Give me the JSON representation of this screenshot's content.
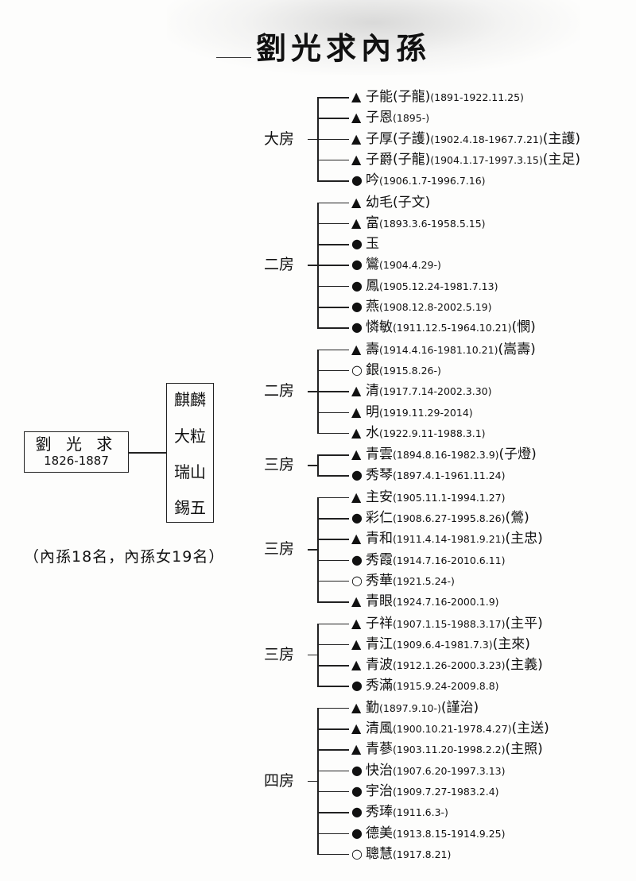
{
  "title": "劉光求內孫",
  "ancestor": {
    "name": "劉 光 求",
    "years": "1826-1887"
  },
  "sons": [
    "麒麟",
    "大粒",
    "瑞山",
    "錫五"
  ],
  "summary": "（內孫18名，內孫女19名）",
  "symbols": {
    "triangle": "▲",
    "dot": "●",
    "circle": "○"
  },
  "branches": [
    {
      "label": "大房",
      "members": [
        {
          "sym": "▲",
          "name": "子能",
          "alias_before": "(子龍)",
          "dates": "(1891-1922.11.25)",
          "alias_after": ""
        },
        {
          "sym": "▲",
          "name": "子恩",
          "alias_before": "",
          "dates": "(1895-)",
          "alias_after": ""
        },
        {
          "sym": "▲",
          "name": "子厚",
          "alias_before": "(子護)",
          "dates": "(1902.4.18-1967.7.21)",
          "alias_after": "(主護)"
        },
        {
          "sym": "▲",
          "name": "子爵",
          "alias_before": "(子龍)",
          "dates": "(1904.1.17-1997.3.15)",
          "alias_after": "(主足)"
        },
        {
          "sym": "●",
          "name": "吟",
          "alias_before": "",
          "dates": "(1906.1.7-1996.7.16)",
          "alias_after": ""
        }
      ]
    },
    {
      "label": "二房",
      "members": [
        {
          "sym": "▲",
          "name": "幼毛",
          "alias_before": "(子文)",
          "dates": "",
          "alias_after": ""
        },
        {
          "sym": "▲",
          "name": "富",
          "alias_before": "",
          "dates": "(1893.3.6-1958.5.15)",
          "alias_after": ""
        },
        {
          "sym": "●",
          "name": "玉",
          "alias_before": "",
          "dates": "",
          "alias_after": ""
        },
        {
          "sym": "●",
          "name": "鸞",
          "alias_before": "",
          "dates": "(1904.4.29-)",
          "alias_after": ""
        },
        {
          "sym": "●",
          "name": "鳳",
          "alias_before": "",
          "dates": "(1905.12.24-1981.7.13)",
          "alias_after": ""
        },
        {
          "sym": "●",
          "name": "燕",
          "alias_before": "",
          "dates": "(1908.12.8-2002.5.19)",
          "alias_after": ""
        },
        {
          "sym": "●",
          "name": "憐敏",
          "alias_before": "",
          "dates": "(1911.12.5-1964.10.21)",
          "alias_after": "(憫)"
        }
      ]
    },
    {
      "label": "二房",
      "members": [
        {
          "sym": "▲",
          "name": "壽",
          "alias_before": "",
          "dates": "(1914.4.16-1981.10.21)",
          "alias_after": "(嵩壽)"
        },
        {
          "sym": "○",
          "name": "銀",
          "alias_before": "",
          "dates": "(1915.8.26-)",
          "alias_after": ""
        },
        {
          "sym": "▲",
          "name": "清",
          "alias_before": "",
          "dates": "(1917.7.14-2002.3.30)",
          "alias_after": ""
        },
        {
          "sym": "▲",
          "name": "明",
          "alias_before": "",
          "dates": "(1919.11.29-2014)",
          "alias_after": ""
        },
        {
          "sym": "▲",
          "name": "水",
          "alias_before": "",
          "dates": "(1922.9.11-1988.3.1)",
          "alias_after": ""
        }
      ]
    },
    {
      "label": "三房",
      "members": [
        {
          "sym": "▲",
          "name": "青雲",
          "alias_before": "",
          "dates": "(1894.8.16-1982.3.9)",
          "alias_after": "(子燈)"
        },
        {
          "sym": "●",
          "name": "秀琴",
          "alias_before": "",
          "dates": "(1897.4.1-1961.11.24)",
          "alias_after": ""
        }
      ]
    },
    {
      "label": "三房",
      "members": [
        {
          "sym": "▲",
          "name": "主安",
          "alias_before": "",
          "dates": "(1905.11.1-1994.1.27)",
          "alias_after": ""
        },
        {
          "sym": "●",
          "name": "彩仁",
          "alias_before": "",
          "dates": "(1908.6.27-1995.8.26)",
          "alias_after": "(鶯)"
        },
        {
          "sym": "▲",
          "name": "青和",
          "alias_before": "",
          "dates": "(1911.4.14-1981.9.21)",
          "alias_after": "(主忠)"
        },
        {
          "sym": "●",
          "name": "秀霞",
          "alias_before": "",
          "dates": "(1914.7.16-2010.6.11)",
          "alias_after": ""
        },
        {
          "sym": "○",
          "name": "秀華",
          "alias_before": "",
          "dates": "(1921.5.24-)",
          "alias_after": ""
        },
        {
          "sym": "▲",
          "name": "青眼",
          "alias_before": "",
          "dates": "(1924.7.16-2000.1.9)",
          "alias_after": ""
        }
      ]
    },
    {
      "label": "三房",
      "members": [
        {
          "sym": "▲",
          "name": "子祥",
          "alias_before": "",
          "dates": "(1907.1.15-1988.3.17)",
          "alias_after": "(主平)"
        },
        {
          "sym": "▲",
          "name": "青江",
          "alias_before": "",
          "dates": "(1909.6.4-1981.7.3)",
          "alias_after": "(主來)"
        },
        {
          "sym": "▲",
          "name": "青波",
          "alias_before": "",
          "dates": "(1912.1.26-2000.3.23)",
          "alias_after": "(主義)"
        },
        {
          "sym": "●",
          "name": "秀滿",
          "alias_before": "",
          "dates": "(1915.9.24-2009.8.8)",
          "alias_after": ""
        }
      ]
    },
    {
      "label": "四房",
      "members": [
        {
          "sym": "▲",
          "name": "勤",
          "alias_before": "",
          "dates": "(1897.9.10-)",
          "alias_after": "(謹治)"
        },
        {
          "sym": "▲",
          "name": "清風",
          "alias_before": "",
          "dates": "(1900.10.21-1978.4.27)",
          "alias_after": "(主送)"
        },
        {
          "sym": "▲",
          "name": "青蔘",
          "alias_before": "",
          "dates": "(1903.11.20-1998.2.2)",
          "alias_after": "(主照)"
        },
        {
          "sym": "●",
          "name": "快治",
          "alias_before": "",
          "dates": "(1907.6.20-1997.3.13)",
          "alias_after": ""
        },
        {
          "sym": "●",
          "name": "宇治",
          "alias_before": "",
          "dates": "(1909.7.27-1983.2.4)",
          "alias_after": ""
        },
        {
          "sym": "●",
          "name": "秀琫",
          "alias_before": "",
          "dates": "(1911.6.3-)",
          "alias_after": ""
        },
        {
          "sym": "●",
          "name": "德美",
          "alias_before": "",
          "dates": "(1913.8.15-1914.9.25)",
          "alias_after": ""
        },
        {
          "sym": "○",
          "name": "聰慧",
          "alias_before": "",
          "dates": "(1917.8.21)",
          "alias_after": ""
        }
      ]
    }
  ]
}
